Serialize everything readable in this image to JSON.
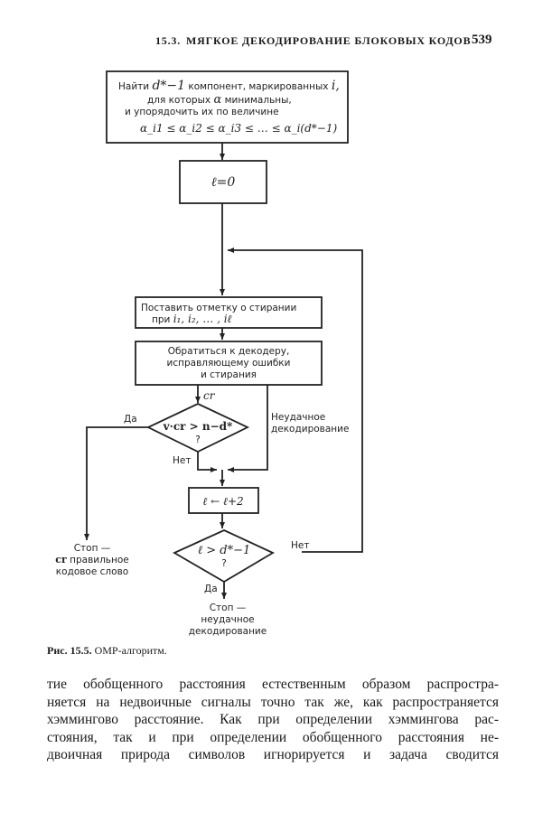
{
  "header": {
    "section": "15.3.",
    "title": "МЯГКОЕ ДЕКОДИРОВАНИЕ БЛОКОВЫХ КОДОВ",
    "page_number": "539"
  },
  "flowchart": {
    "box1": {
      "line1_pre": "Найти",
      "line1_math": "d*−1",
      "line1_post": "компонент, маркированных",
      "line1_var": "i,",
      "line2_pre": "для которых",
      "line2_math": "α",
      "line2_post": "минимальны,",
      "line3": "и упорядочить их по величине",
      "line4": "α_i1 ≤ α_i2 ≤ α_i3 ≤ … ≤ α_i(d*−1)"
    },
    "box2": {
      "text": "ℓ=0"
    },
    "box3": {
      "line1": "Поставить отметку о стирании",
      "line2_pre": "при",
      "line2_math": "i₁, i₂, … , iℓ"
    },
    "box4": {
      "line1": "Обратиться к декодеру,",
      "line2": "исправляющему ошибки",
      "line3": "и стирания"
    },
    "cr_label": "cr",
    "diamond1": {
      "line1": "v·cr > n−d*",
      "line2": "?"
    },
    "yes1": "Да",
    "no1": "Нет",
    "fail_label": {
      "line1": "Неудачное",
      "line2": "декодирование"
    },
    "box5": {
      "text": "ℓ ← ℓ+2"
    },
    "diamond2": {
      "line1": "ℓ > d*−1",
      "line2": "?"
    },
    "no2": "Нет",
    "yes2": "Да",
    "stop1": {
      "line1": "Стоп —",
      "line2_var": "cr",
      "line2": "правильное",
      "line3": "кодовое слово"
    },
    "stop2": {
      "line1": "Стоп —",
      "line2": "неудачное",
      "line3": "декодирование"
    }
  },
  "caption": {
    "label": "Рис. 15.5.",
    "text": "ОМР-алгоритм."
  },
  "body": {
    "lines": [
      "тие обобщенного расстояния естественным образом распростра-",
      "няется на недвоичные сигналы точно так же, как распространяется",
      "хэммингово расстояние. Как при определении хэммингова рас-",
      "стояния, так и при определении обобщенного расстояния не-",
      "двоичная природа символов игнорируется и задача сводится"
    ]
  }
}
